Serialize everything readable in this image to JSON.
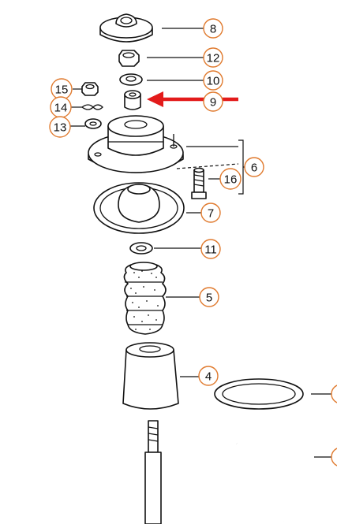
{
  "callouts": [
    {
      "id": "8",
      "label": "8"
    },
    {
      "id": "12",
      "label": "12"
    },
    {
      "id": "10",
      "label": "10"
    },
    {
      "id": "9",
      "label": "9"
    },
    {
      "id": "15",
      "label": "15"
    },
    {
      "id": "14",
      "label": "14"
    },
    {
      "id": "13",
      "label": "13"
    },
    {
      "id": "6",
      "label": "6"
    },
    {
      "id": "16",
      "label": "16"
    },
    {
      "id": "7",
      "label": "7"
    },
    {
      "id": "11",
      "label": "11"
    },
    {
      "id": "5",
      "label": "5"
    },
    {
      "id": "4",
      "label": "4"
    }
  ],
  "colors": {
    "callout_ring": "#e07a2e",
    "arrow": "#e31b1b",
    "line": "#111111"
  }
}
